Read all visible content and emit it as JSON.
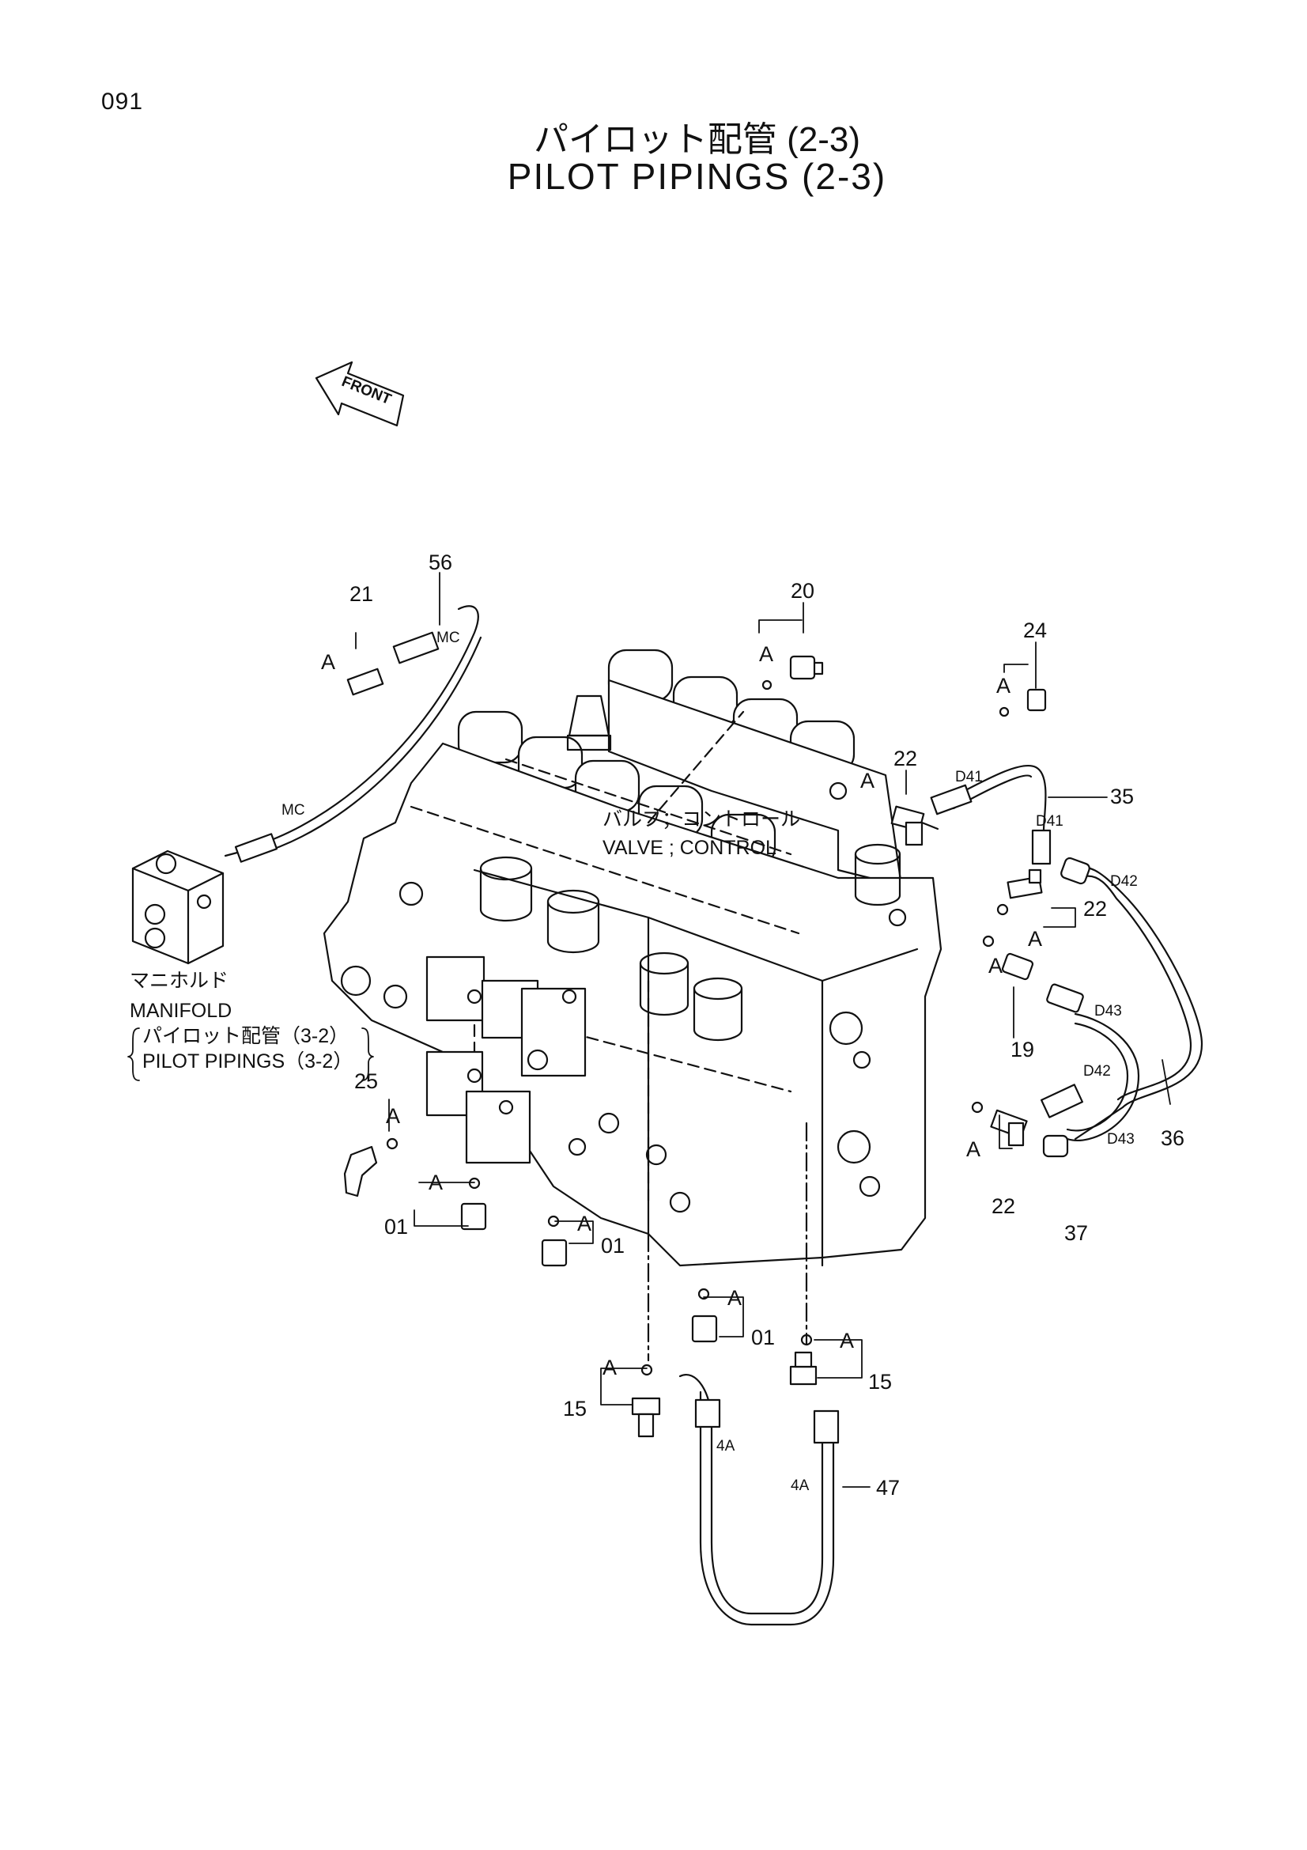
{
  "page_number": "091",
  "title_jp": "パイロット配管  (2-3)",
  "title_en": "PILOT  PIPINGS (2-3)",
  "front_label": "FRONT",
  "valve_label_jp": "バルブ；コントロール",
  "valve_label_en": "VALVE ; CONTROL",
  "manifold": {
    "label_jp": "マニホルド",
    "label_en": "MANIFOLD",
    "ref_jp": "パイロット配管（3-2）",
    "ref_en": "PILOT PIPINGS（3-2）"
  },
  "part_numbers": {
    "p56": "56",
    "p21": "21",
    "p20": "20",
    "p24": "24",
    "p22a": "22",
    "p35": "35",
    "p22b": "22",
    "p19": "19",
    "p36": "36",
    "p25": "25",
    "p22c": "22",
    "p37": "37",
    "p01a": "01",
    "p01b": "01",
    "p01c": "01",
    "p15a": "15",
    "p15b": "15",
    "p47": "47"
  },
  "small_labels": {
    "a": "A",
    "mc": "MC",
    "d41": "D41",
    "d42": "D42",
    "d43": "D43",
    "a4": "4A"
  }
}
